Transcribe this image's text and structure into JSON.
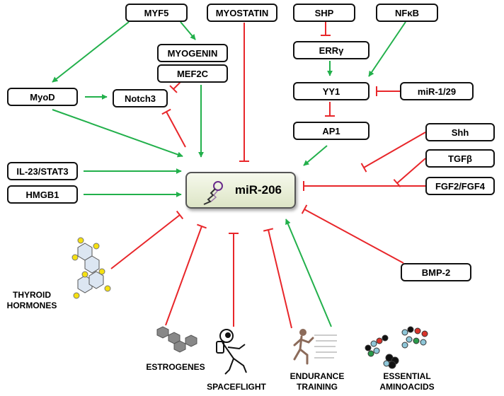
{
  "center": {
    "label": "miR-206"
  },
  "regulators": {
    "myf5": "MYF5",
    "myostatin": "MYOSTATIN",
    "shp": "SHP",
    "nfkb": "NFκB",
    "myogenin": "MYOGENIN",
    "mef2c": "MEF2C",
    "erry": "ERRγ",
    "myod": "MyoD",
    "notch3": "Notch3",
    "yy1": "YY1",
    "mir1_29": "miR-1/29",
    "ap1": "AP1",
    "shh": "Shh",
    "tgfb": "TGFβ",
    "fgf": "FGF2/FGF4",
    "il23": "IL-23/STAT3",
    "hmgb1": "HMGB1",
    "bmp2": "BMP-2"
  },
  "factors": {
    "thyroid": [
      "THYROID",
      "HORMONES"
    ],
    "estrogenes": "ESTROGENES",
    "spaceflight": "SPACEFLIGHT",
    "endurance": [
      "ENDURANCE",
      "TRAINING"
    ],
    "aminoacids": [
      "ESSENTIAL",
      "AMINOACIDS"
    ]
  },
  "colors": {
    "activation": "#22b04b",
    "inhibition": "#e8262a",
    "box_border": "#111111",
    "center_fill": "#e8eed6"
  },
  "icons": [
    "microrna-hairpin-icon",
    "thyroid-hormone-molecule-icon",
    "estrogen-molecule-icon",
    "astronaut-icon",
    "runner-icon",
    "amino-acids-icon"
  ]
}
